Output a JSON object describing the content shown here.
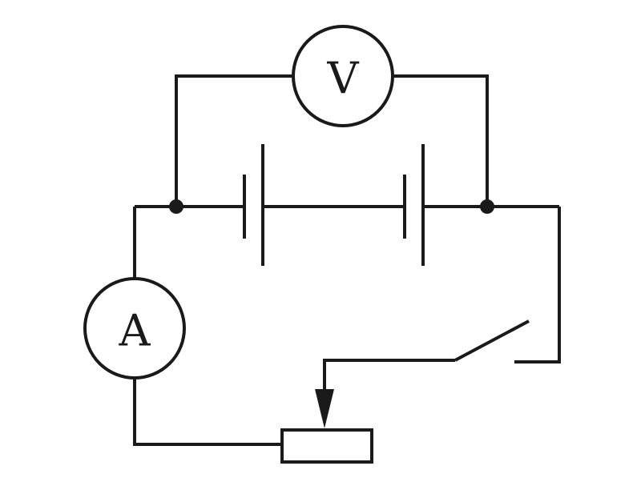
{
  "diagram": {
    "type": "electric-circuit",
    "components": {
      "voltmeter": {
        "symbol": "V"
      },
      "ammeter": {
        "symbol": "A"
      },
      "battery": {
        "cells": 2
      },
      "switch": {
        "state": "open"
      },
      "rheostat": {
        "type": "sliding-rheostat"
      }
    },
    "junctions": 2
  },
  "colors": {
    "stroke": "#1a1a1a",
    "background": "#ffffff"
  }
}
